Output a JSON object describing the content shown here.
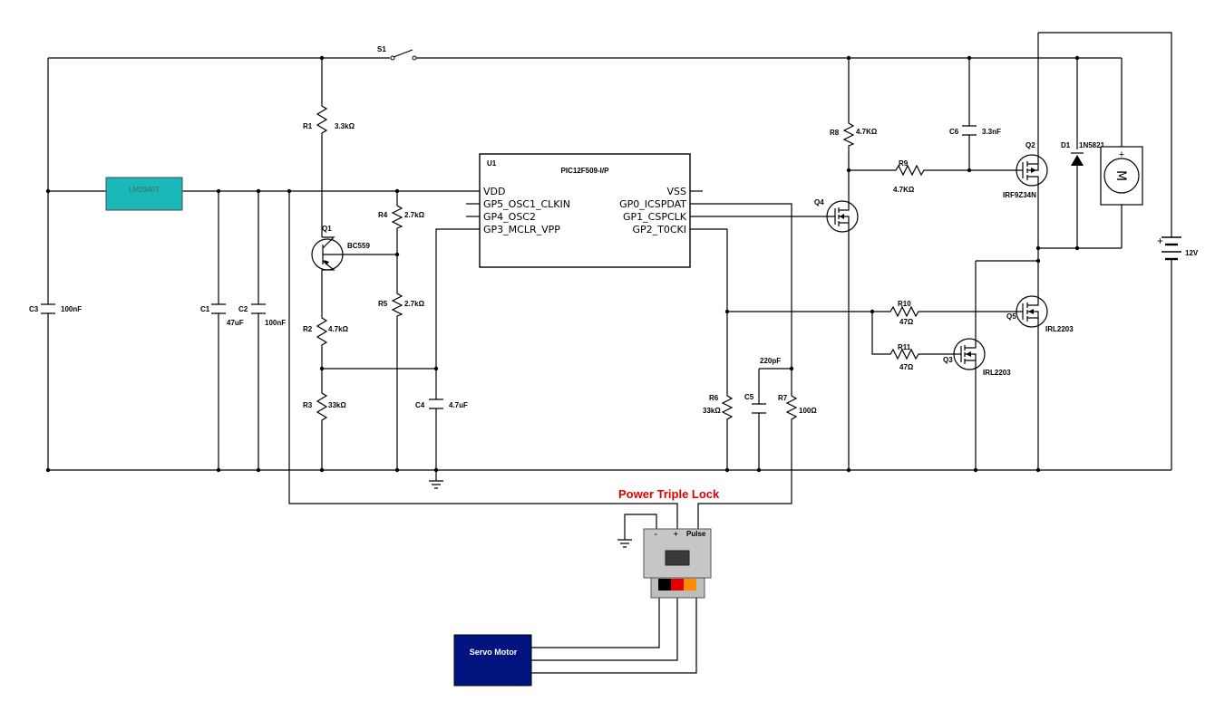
{
  "title": "Power Triple Lock",
  "switch": {
    "ref": "S1"
  },
  "regulator": {
    "part": "LM2940T"
  },
  "mcu": {
    "ref": "U1",
    "part": "PIC12F509-I/P",
    "pins_left": [
      "VDD",
      "GP5_OSC1_CLKIN",
      "GP4_OSC2",
      "GP3_MCLR_VPP"
    ],
    "pins_right": [
      "VSS",
      "GP0_ICSPDAT",
      "GP1_CSPCLK",
      "GP2_T0CKI"
    ]
  },
  "capacitors": {
    "C1": {
      "ref": "C1",
      "value": "47uF"
    },
    "C2": {
      "ref": "C2",
      "value": "100nF"
    },
    "C3": {
      "ref": "C3",
      "value": "100nF"
    },
    "C4": {
      "ref": "C4",
      "value": "4.7uF"
    },
    "C5": {
      "ref": "C5",
      "value": "220pF"
    },
    "C6": {
      "ref": "C6",
      "value": "3.3nF"
    }
  },
  "resistors": {
    "R1": {
      "ref": "R1",
      "value": "3.3kΩ"
    },
    "R2": {
      "ref": "R2",
      "value": "4.7kΩ"
    },
    "R3": {
      "ref": "R3",
      "value": "33kΩ"
    },
    "R4": {
      "ref": "R4",
      "value": "2.7kΩ"
    },
    "R5": {
      "ref": "R5",
      "value": "2.7kΩ"
    },
    "R6": {
      "ref": "R6",
      "value": "33kΩ"
    },
    "R7": {
      "ref": "R7",
      "value": "100Ω"
    },
    "R8": {
      "ref": "R8",
      "value": "4.7KΩ"
    },
    "R9": {
      "ref": "R9",
      "value": "4.7KΩ"
    },
    "R10": {
      "ref": "R10",
      "value": "47Ω"
    },
    "R11": {
      "ref": "R11",
      "value": "47Ω"
    }
  },
  "transistors": {
    "Q1": {
      "ref": "Q1",
      "part": "BC559"
    },
    "Q2": {
      "ref": "Q2",
      "part": "IRF9Z34N"
    },
    "Q3": {
      "ref": "Q3",
      "part": "IRL2203"
    },
    "Q4": {
      "ref": "Q4",
      "part": ""
    },
    "Q5": {
      "ref": "Q5",
      "part": "IRL2203"
    }
  },
  "diode": {
    "ref": "D1",
    "part": "1N5821"
  },
  "motor": {
    "plus": "+",
    "symbol": "M"
  },
  "battery": {
    "plus": "+",
    "value": "12V"
  },
  "servo_connector": {
    "minus": "-",
    "plus": "+",
    "pulse": "Pulse",
    "wire_colors": [
      "#000000",
      "#e00000",
      "#ff8c00"
    ]
  },
  "servo_motor": {
    "label": "Servo Motor",
    "color": "#00137f"
  },
  "colors": {
    "regulator": "#1ab8b8",
    "title": "#e00000"
  }
}
